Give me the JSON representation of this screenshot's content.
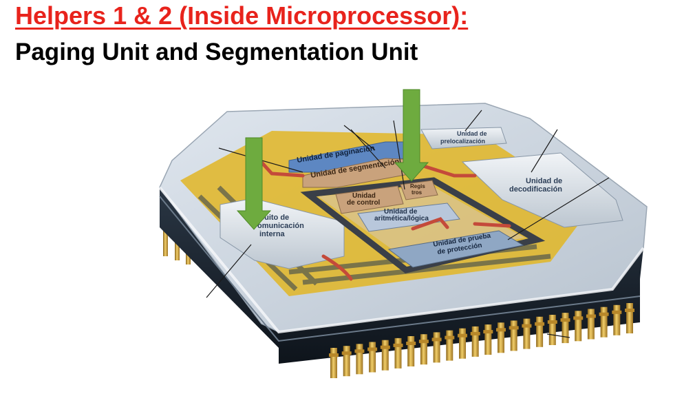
{
  "slide": {
    "title": "Helpers 1 & 2 (Inside Microprocessor):",
    "subtitle": "Paging Unit and Segmentation Unit"
  },
  "figure": {
    "labels": {
      "paging": "Unidad de paginación",
      "segmentation": "Unidad de segmentación",
      "prefetch_1": "Unidad de",
      "prefetch_2": "prelocalización",
      "decode_1": "Unidad de",
      "decode_2": "decodificación",
      "registers_1": "Regis",
      "registers_2": "tros",
      "control_1": "Unidad",
      "control_2": "de control",
      "alu_1": "Unidad de",
      "alu_2": "aritmética/lógica",
      "bus_1": "cuito de",
      "bus_2": "omunicación",
      "bus_3": "interna",
      "protection_1": "Unidad de prueba",
      "protection_2": "de protección"
    },
    "colors": {
      "title_red": "#e8231c",
      "arrow_green": "#6eab3f",
      "paging_blue": "#5d87c2",
      "segmentation_tan": "#c9a27c",
      "die_gold": "#e2b624",
      "package_dark": "#141c26",
      "pin_gold": "#d9a93a"
    },
    "icons": [
      "down-arrow-icon",
      "down-arrow-icon"
    ]
  }
}
